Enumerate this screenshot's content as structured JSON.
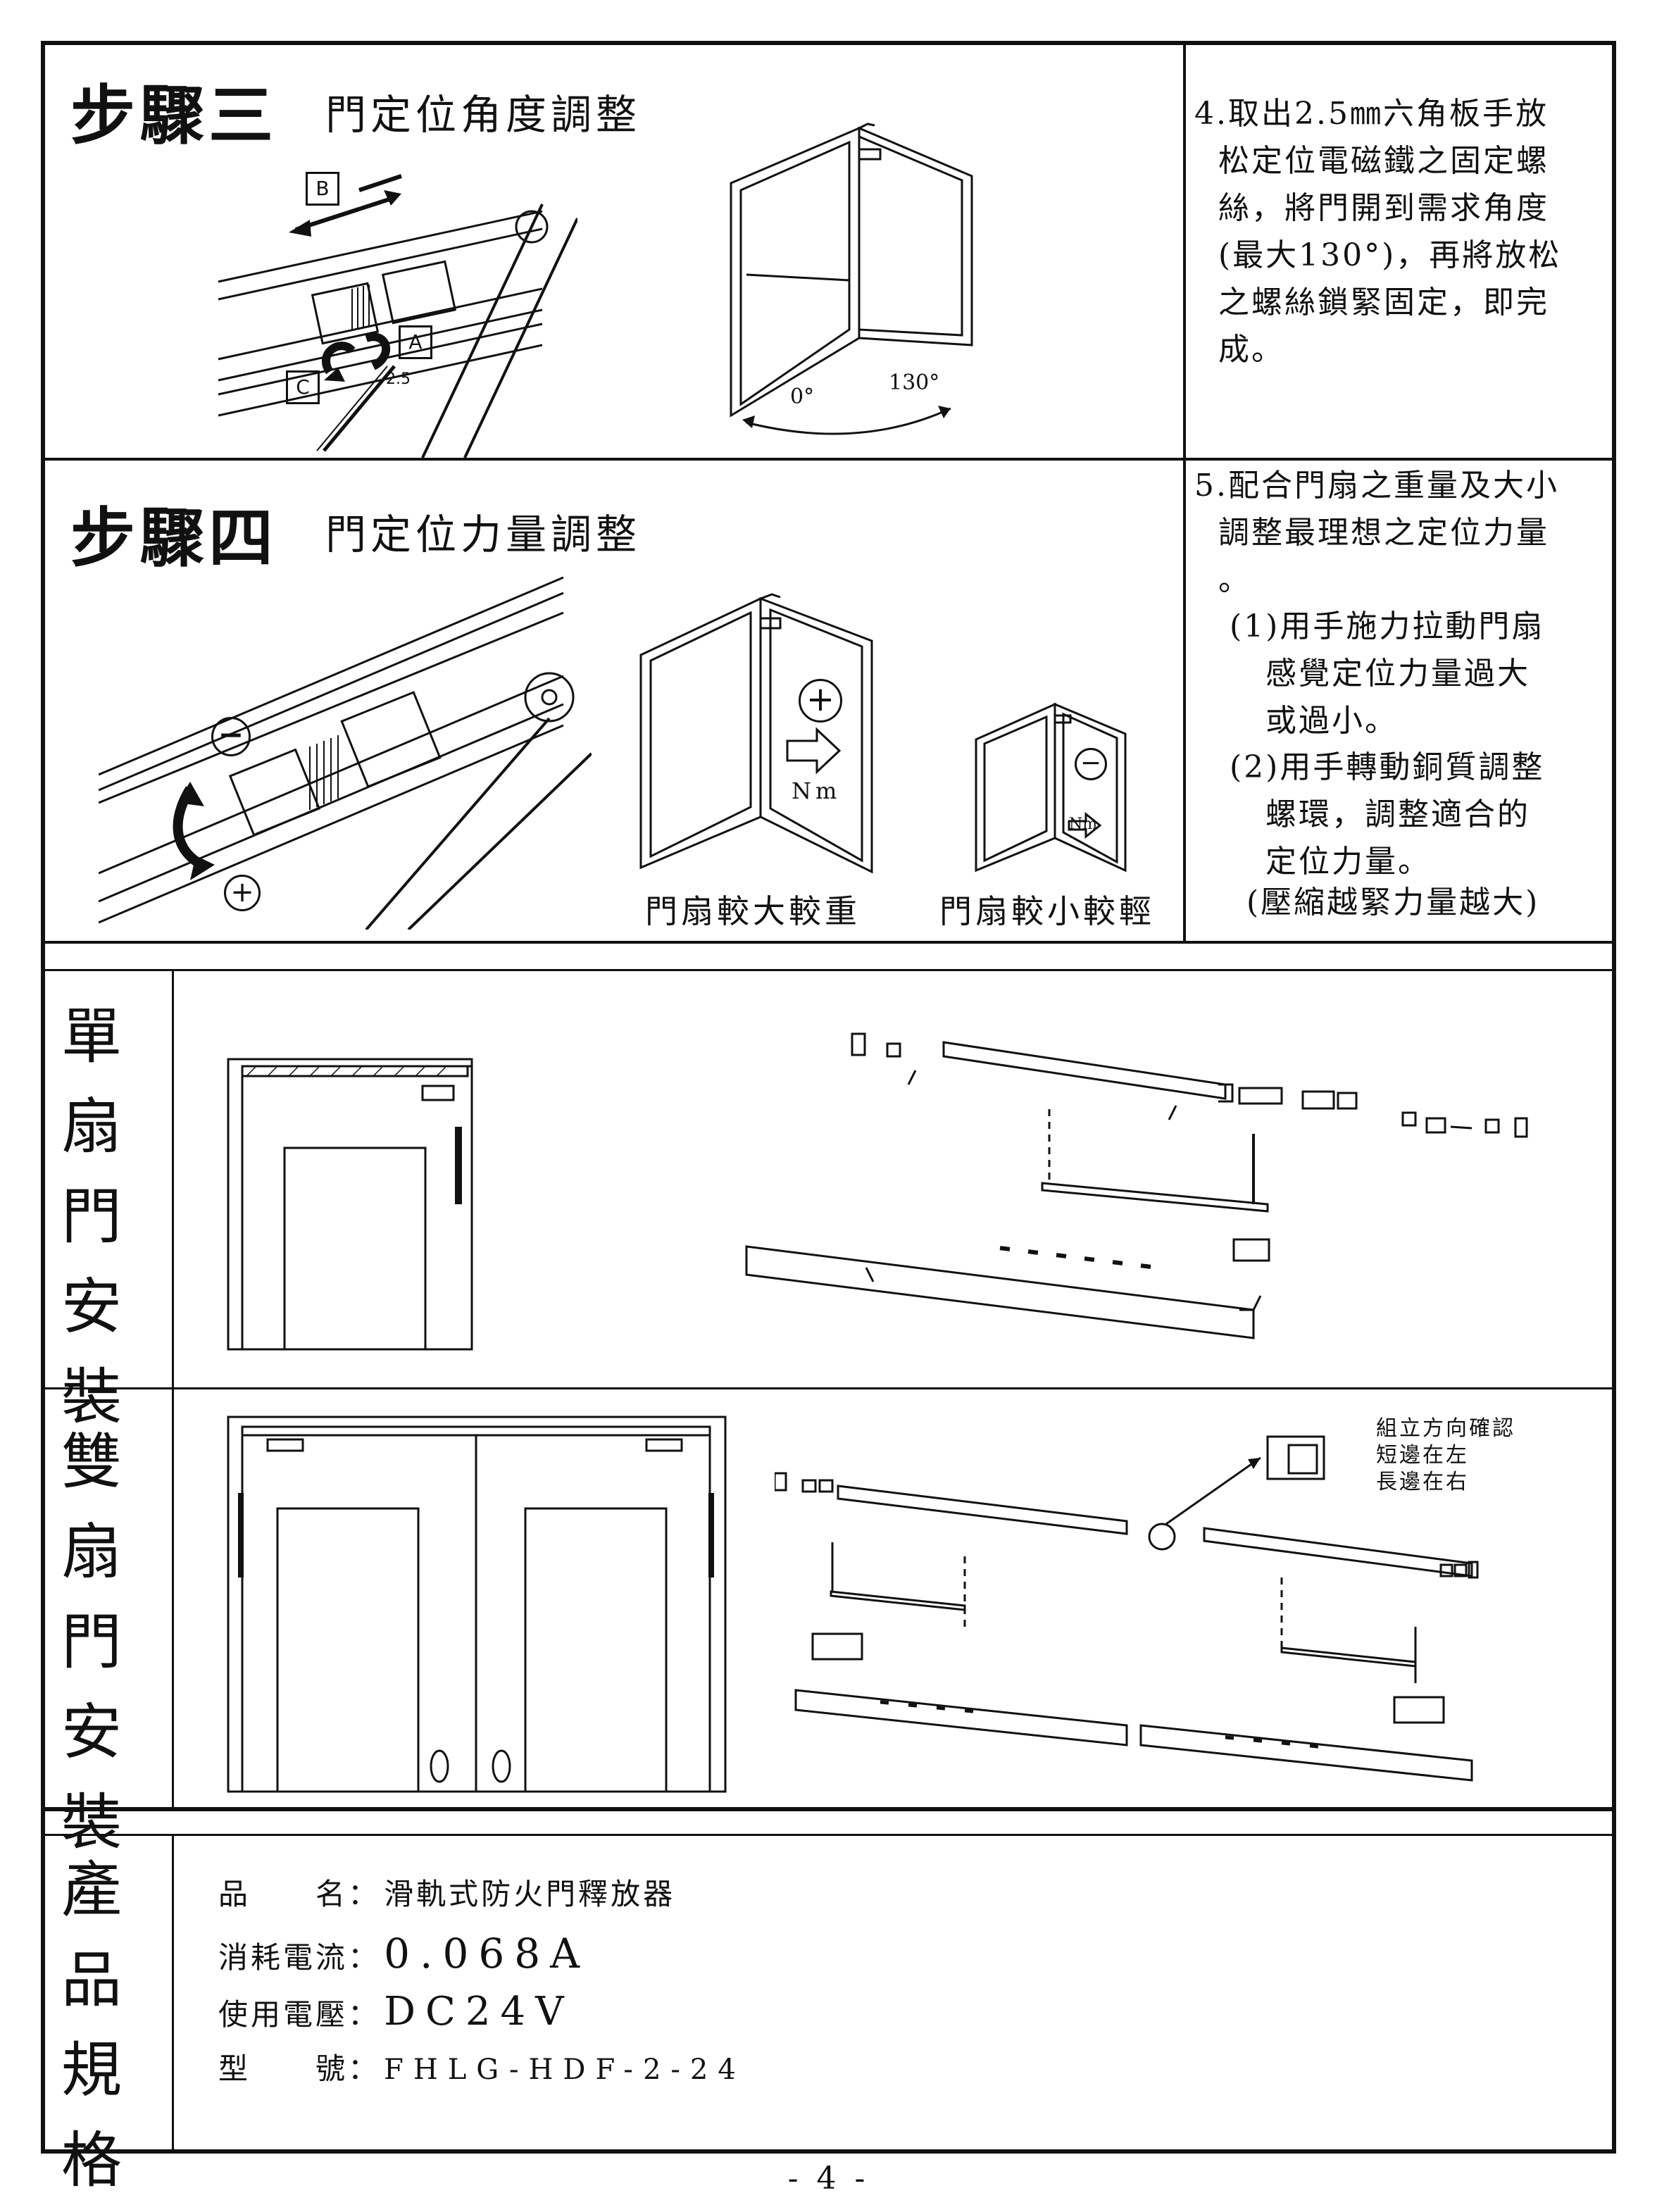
{
  "step3": {
    "title": "步驟三",
    "subtitle": "門定位角度調整",
    "labels": {
      "a": "A",
      "b": "B",
      "c": "C",
      "hex": "2.5"
    },
    "angle_start": "0°",
    "angle_end": "130°",
    "note": "4.取出2.5㎜六角板手放\n  松定位電磁鐵之固定螺\n  絲，將門開到需求角度\n  (最大130°)，再將放松\n  之螺絲鎖緊固定，即完\n  成。"
  },
  "step4": {
    "title": "步驟四",
    "subtitle": "門定位力量調整",
    "minus": "−",
    "plus": "+",
    "unit": "Nm",
    "caption_heavy": "門扇較大較重",
    "caption_light": "門扇較小較輕",
    "note_main": "5.配合門扇之重量及大小\n  調整最理想之定位力量\n  。",
    "note_1": "(1)用手施力拉動門扇\n   感覺定位力量過大\n   或過小。",
    "note_2": "(2)用手轉動銅質調整\n   螺環，調整適合的\n   定位力量。",
    "note_3": "(壓縮越緊力量越大)"
  },
  "single": {
    "label": "單扇門安裝"
  },
  "double": {
    "label": "雙扇門安裝",
    "direction_note": "組立方向確認\n短邊在左\n長邊在右"
  },
  "spec": {
    "label": "產品規格",
    "rows": [
      {
        "key": "品　　名：",
        "value": "滑軌式防火門釋放器"
      },
      {
        "key": "消耗電流：",
        "value": "0.068A"
      },
      {
        "key": "使用電壓：",
        "value": "DC24V"
      },
      {
        "key": "型　　號：",
        "value": "FHLG-HDF-2-24"
      }
    ]
  },
  "page_number": "- 4 -"
}
